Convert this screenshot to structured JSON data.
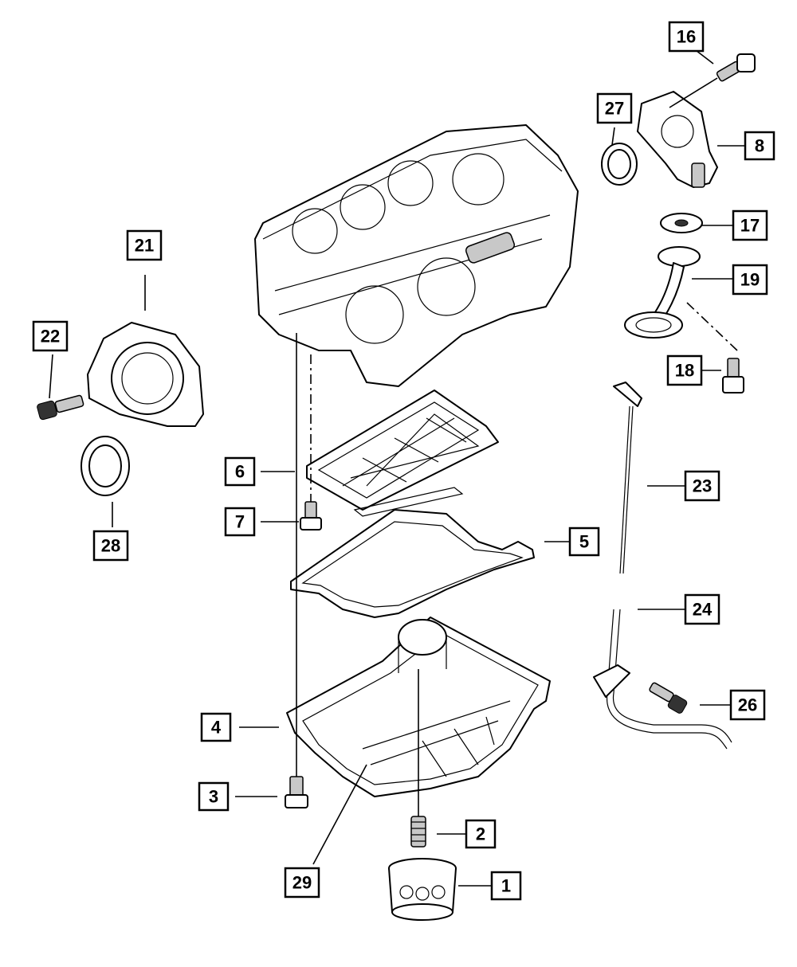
{
  "callouts": [
    {
      "id": "c1",
      "label": "1"
    },
    {
      "id": "c2",
      "label": "2"
    },
    {
      "id": "c3",
      "label": "3"
    },
    {
      "id": "c4",
      "label": "4"
    },
    {
      "id": "c5",
      "label": "5"
    },
    {
      "id": "c6",
      "label": "6"
    },
    {
      "id": "c7",
      "label": "7"
    },
    {
      "id": "c8",
      "label": "8"
    },
    {
      "id": "c16",
      "label": "16"
    },
    {
      "id": "c17",
      "label": "17"
    },
    {
      "id": "c18",
      "label": "18"
    },
    {
      "id": "c19",
      "label": "19"
    },
    {
      "id": "c21",
      "label": "21"
    },
    {
      "id": "c22",
      "label": "22"
    },
    {
      "id": "c23",
      "label": "23"
    },
    {
      "id": "c24",
      "label": "24"
    },
    {
      "id": "c26",
      "label": "26"
    },
    {
      "id": "c27",
      "label": "27"
    },
    {
      "id": "c28",
      "label": "28"
    },
    {
      "id": "c29",
      "label": "29"
    }
  ]
}
